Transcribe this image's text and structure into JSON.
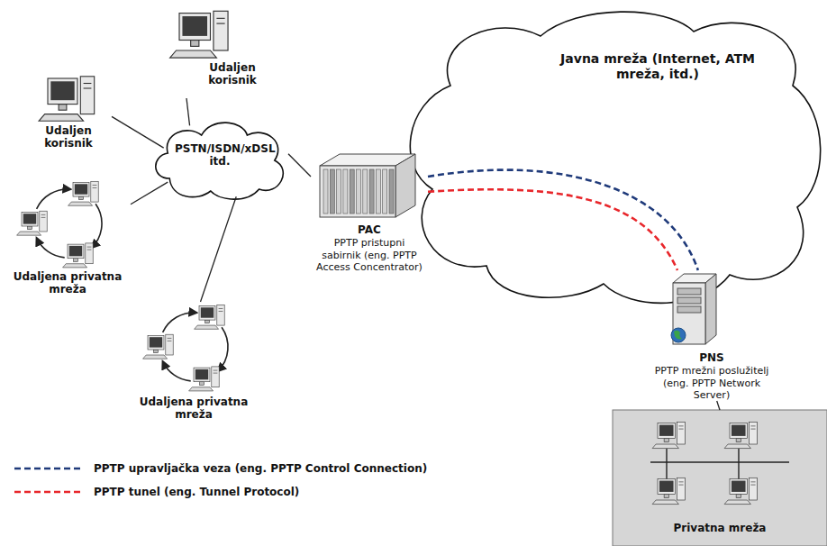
{
  "diagram": {
    "nodes": [
      {
        "text": [
          "Udaljen korisnik"
        ]
      },
      {
        "text": [
          "Udaljen korisnik"
        ]
      },
      {
        "text": [
          "PSTN/ISDN/xDSL itd."
        ]
      },
      {
        "text": [
          "Udaljena privatna mreža"
        ]
      },
      {
        "text": [
          "Udaljena privatna mreža"
        ]
      },
      {
        "text": [
          "PAC",
          "PPTP pristupni sabirnik (eng. PPTP Access Concentrator)"
        ]
      },
      {
        "text": [
          "Javna mreža (Internet, ATM mreža, itd.)"
        ]
      },
      {
        "text": [
          "PNS",
          "PPTP mrežni poslužitelj (eng. PPTP Network Server)"
        ]
      },
      {
        "text": [
          "Privatna mreža"
        ]
      }
    ],
    "edges": [
      {
        "from": 0,
        "to": 2,
        "arrow": "none"
      },
      {
        "from": 1,
        "to": 2,
        "arrow": "none"
      },
      {
        "from": 3,
        "to": 2,
        "arrow": "none"
      },
      {
        "from": 4,
        "to": 2,
        "arrow": "none"
      },
      {
        "from": 2,
        "to": 5,
        "arrow": "none"
      },
      {
        "from": 5,
        "to": 7,
        "arrow": "none"
      },
      {
        "from": 5,
        "to": 7,
        "arrow": "none"
      },
      {
        "from": 7,
        "to": 8,
        "arrow": "none"
      }
    ],
    "legend": [
      {
        "text": "PPTP upravljačka veza (eng. PPTP Control Connection)"
      },
      {
        "text": "PPTP tunel (eng. Tunnel Protocol)"
      }
    ]
  }
}
